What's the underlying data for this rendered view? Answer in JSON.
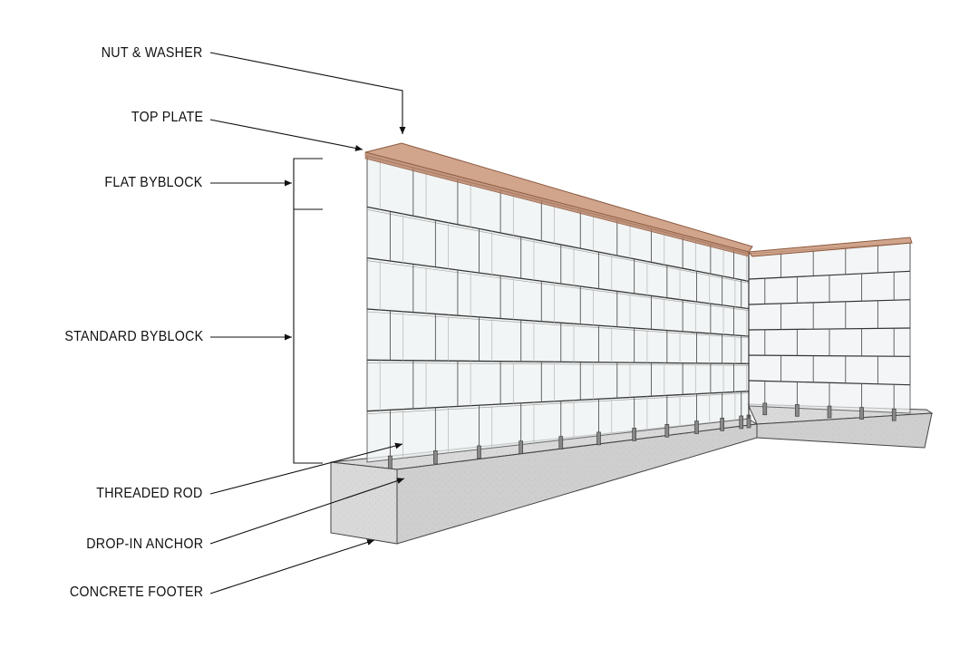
{
  "callouts": {
    "nut_washer": "NUT & WASHER",
    "top_plate": "TOP PLATE",
    "flat_byblock": "FLAT BYBLOCK",
    "standard_byblock": "STANDARD BYBLOCK",
    "threaded_rod": "THREADED ROD",
    "drop_in_anchor": "DROP-IN ANCHOR",
    "concrete_footer": "CONCRETE FOOTER"
  },
  "colors": {
    "top_plate": "#c99478",
    "block_face": "#eef1f2",
    "block_line": "#6a6a6a",
    "concrete": "#d7d7d7",
    "line": "#111111"
  },
  "wall": {
    "long_courses": 6,
    "return_courses": 6
  }
}
